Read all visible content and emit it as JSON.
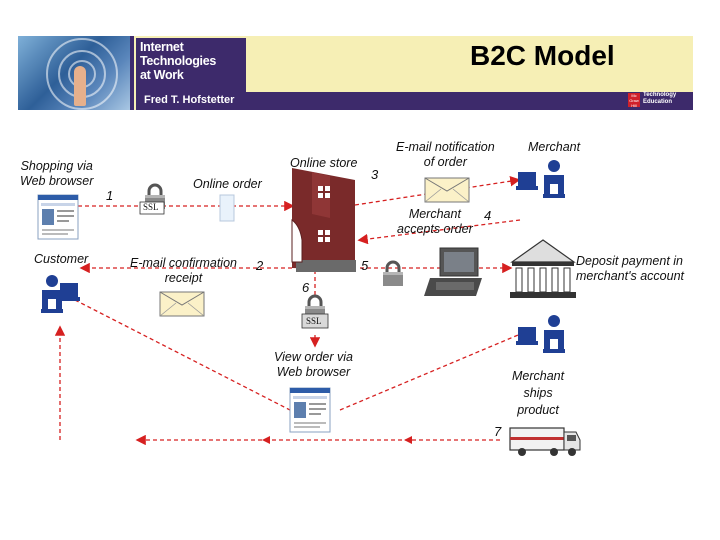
{
  "banner": {
    "book_title_lines": [
      "Internet",
      "Technologies",
      "at Work"
    ],
    "author": "Fred T. Hofstetter",
    "logo_lines": [
      "Technology",
      "Education"
    ]
  },
  "slide_title": "B2C Model",
  "labels": {
    "shopping_line1": "Shopping via",
    "shopping_line2": "Web browser",
    "online_order": "Online order",
    "online_store": "Online store",
    "email_notif_line1": "E-mail notification",
    "email_notif_line2": "of order",
    "merchant": "Merchant",
    "merchant_accepts_line1": "Merchant",
    "merchant_accepts_line2": "accepts order",
    "customer": "Customer",
    "email_conf_line1": "E-mail confirmation",
    "email_conf_line2": "receipt",
    "deposit_line1": "Deposit payment in",
    "deposit_line2": "merchant's account",
    "view_line1": "View order via",
    "view_line2": "Web browser",
    "ships_line1": "Merchant",
    "ships_line2": "ships",
    "ships_line3": "product",
    "ssl": "SSL"
  },
  "steps": [
    "1",
    "2",
    "3",
    "4",
    "5",
    "6",
    "7"
  ],
  "colors": {
    "arrow": "#d62020",
    "figure": "#1f3f94",
    "banner_bg": "#f6efb5",
    "banner_purple": "#3d2a6b",
    "store": "#7a2a2a"
  }
}
